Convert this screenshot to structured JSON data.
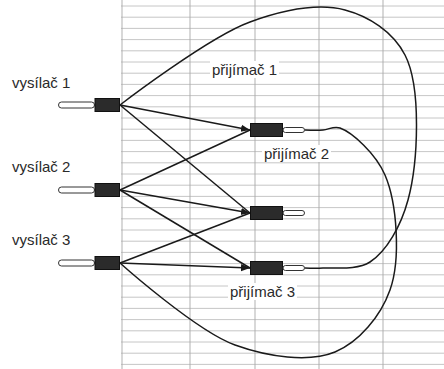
{
  "diagram": {
    "nodes": [
      {
        "text": [
          "vysílač 1"
        ]
      },
      {
        "text": [
          "vysílač 2"
        ]
      },
      {
        "text": [
          "vysílač 3"
        ]
      },
      {
        "text": [
          "přijímač 1"
        ]
      },
      {
        "text": [
          "přijímač 2"
        ]
      },
      {
        "text": [
          "přijímač 3"
        ]
      }
    ],
    "edges": [
      {
        "from": 0,
        "to": 3,
        "arrow": "to"
      },
      {
        "from": 0,
        "to": 4,
        "arrow": "none"
      },
      {
        "from": 0,
        "to": 5,
        "arrow": "none"
      },
      {
        "from": 1,
        "to": 3,
        "arrow": "none"
      },
      {
        "from": 1,
        "to": 4,
        "arrow": "to"
      },
      {
        "from": 1,
        "to": 5,
        "arrow": "none"
      },
      {
        "from": 2,
        "to": 3,
        "arrow": "none"
      },
      {
        "from": 2,
        "to": 4,
        "arrow": "none"
      },
      {
        "from": 2,
        "to": 5,
        "arrow": "to"
      }
    ]
  }
}
